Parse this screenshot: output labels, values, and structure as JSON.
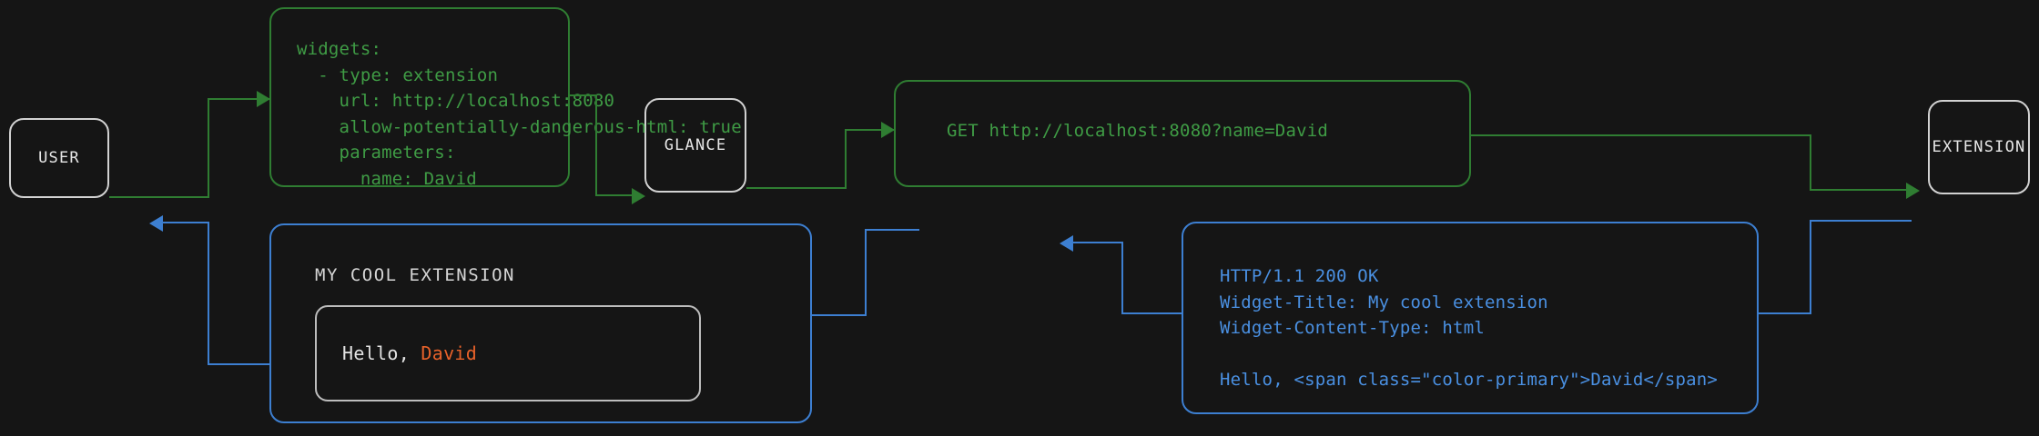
{
  "diagram": {
    "background_color": "#151515",
    "request_color": "#3f9c45",
    "response_color": "#4a90e2",
    "actor_color": "#d2d2d2",
    "accent_color": "#e8622a"
  },
  "actors": {
    "user": "USER",
    "glance": "GLANCE",
    "extension": "EXTENSION"
  },
  "messages": {
    "config_yaml": "widgets:\n  - type: extension\n    url: http://localhost:8080\n    allow-potentially-dangerous-html: true\n    parameters:\n      name: David",
    "http_request": "GET http://localhost:8080?name=David",
    "http_response": "HTTP/1.1 200 OK\nWidget-Title: My cool extension\nWidget-Content-Type: html\n\nHello, <span class=\"color-primary\">David</span>"
  },
  "widget_preview": {
    "title": "MY COOL EXTENSION",
    "greeting": "Hello, ",
    "name": "David"
  }
}
